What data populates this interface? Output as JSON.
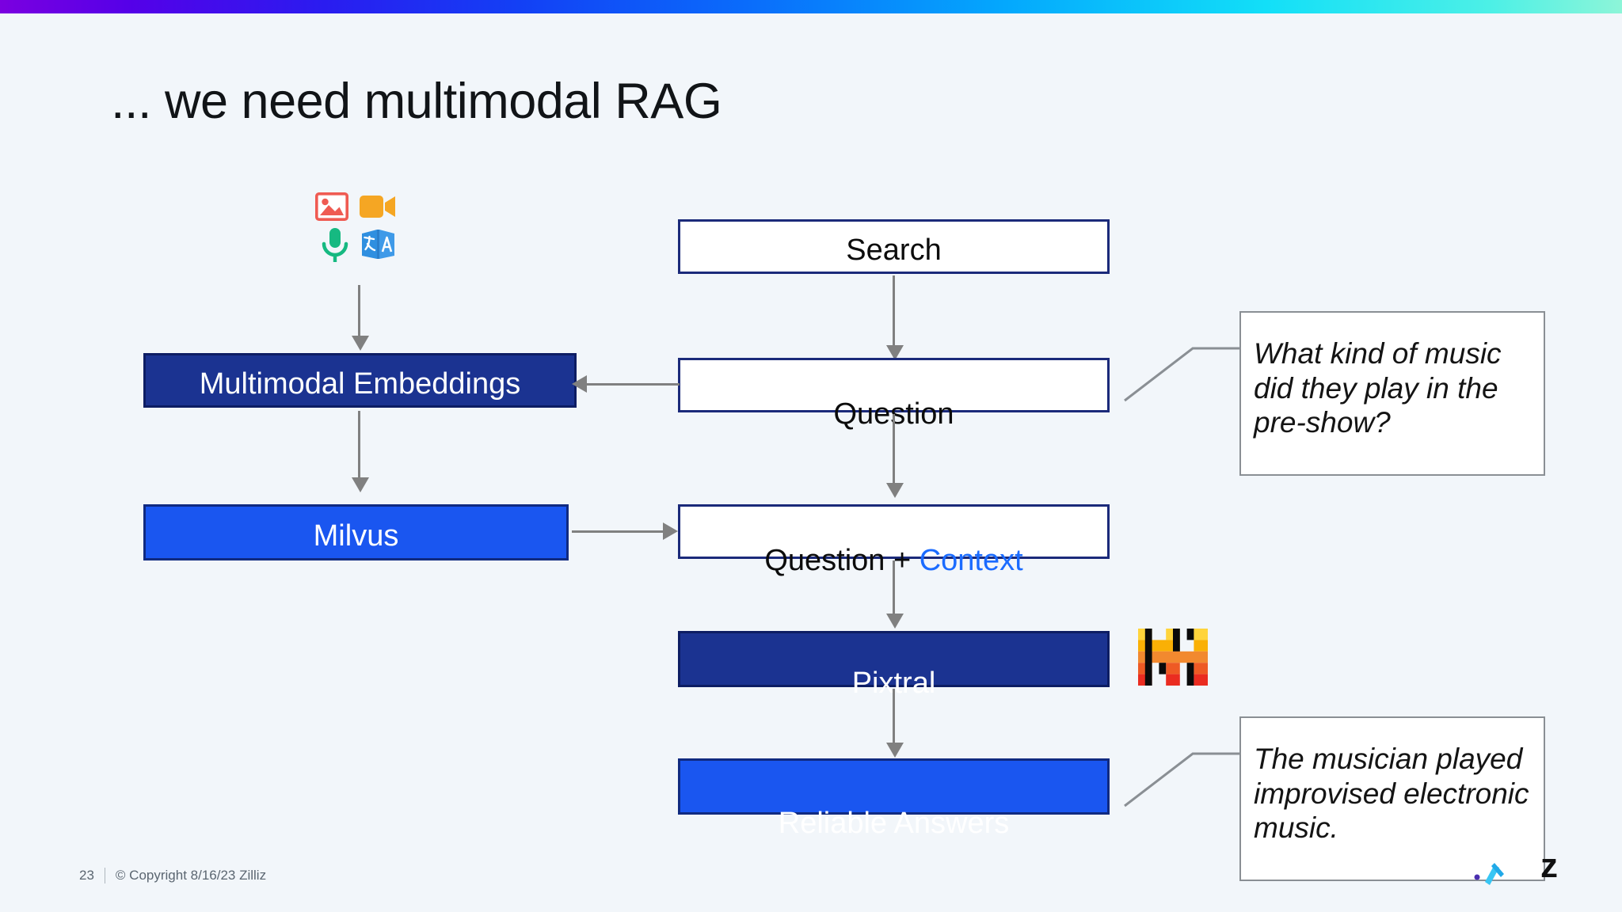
{
  "slide": {
    "title": "... we need multimodal RAG",
    "background_color": "#f2f6fa",
    "accent_gradient": [
      "#7b00e0",
      "#1340f5",
      "#04a8fd",
      "#8df5d8"
    ]
  },
  "input_icons": [
    {
      "name": "image-icon",
      "label": "Image",
      "color": "#ef5b52"
    },
    {
      "name": "video-icon",
      "label": "Video",
      "color": "#f5a623"
    },
    {
      "name": "microphone-icon",
      "label": "Audio",
      "color": "#16b981"
    },
    {
      "name": "translate-icon",
      "label": "Text / Translate",
      "color": "#2f8fe0"
    }
  ],
  "flow": {
    "left_column": [
      {
        "id": "multimodal-embeddings",
        "label": "Multimodal Embeddings",
        "fill": "#1b3391",
        "text_color": "#ffffff"
      },
      {
        "id": "milvus",
        "label": "Milvus",
        "fill": "#1a56f0",
        "text_color": "#ffffff"
      }
    ],
    "right_column": [
      {
        "id": "search",
        "label": "Search",
        "fill": "#ffffff",
        "text_color": "#0c0c0c"
      },
      {
        "id": "question",
        "label": "Question",
        "fill": "#ffffff",
        "text_color": "#0c0c0c"
      },
      {
        "id": "question-plus-context",
        "label_main": "Question + ",
        "label_accent": "Context",
        "fill": "#ffffff",
        "text_color": "#0c0c0c",
        "accent_color": "#1a6bff"
      },
      {
        "id": "pixtral",
        "label": "Pixtral",
        "fill": "#1b3391",
        "text_color": "#ffffff"
      },
      {
        "id": "reliable-answers",
        "label": "Reliable Answers",
        "fill": "#1a56f0",
        "text_color": "#ffffff"
      }
    ]
  },
  "callouts": [
    {
      "id": "question-callout",
      "text": "What kind of music did they play in the pre-show?"
    },
    {
      "id": "answer-callout",
      "text": "The musician played improvised electronic music."
    }
  ],
  "logos": [
    {
      "id": "mistral-logo",
      "label": "Mistral AI"
    },
    {
      "id": "zilliz-logo",
      "label": "z"
    }
  ],
  "footer": {
    "page_number": "23",
    "copyright": "© Copyright  8/16/23  Zilliz"
  }
}
